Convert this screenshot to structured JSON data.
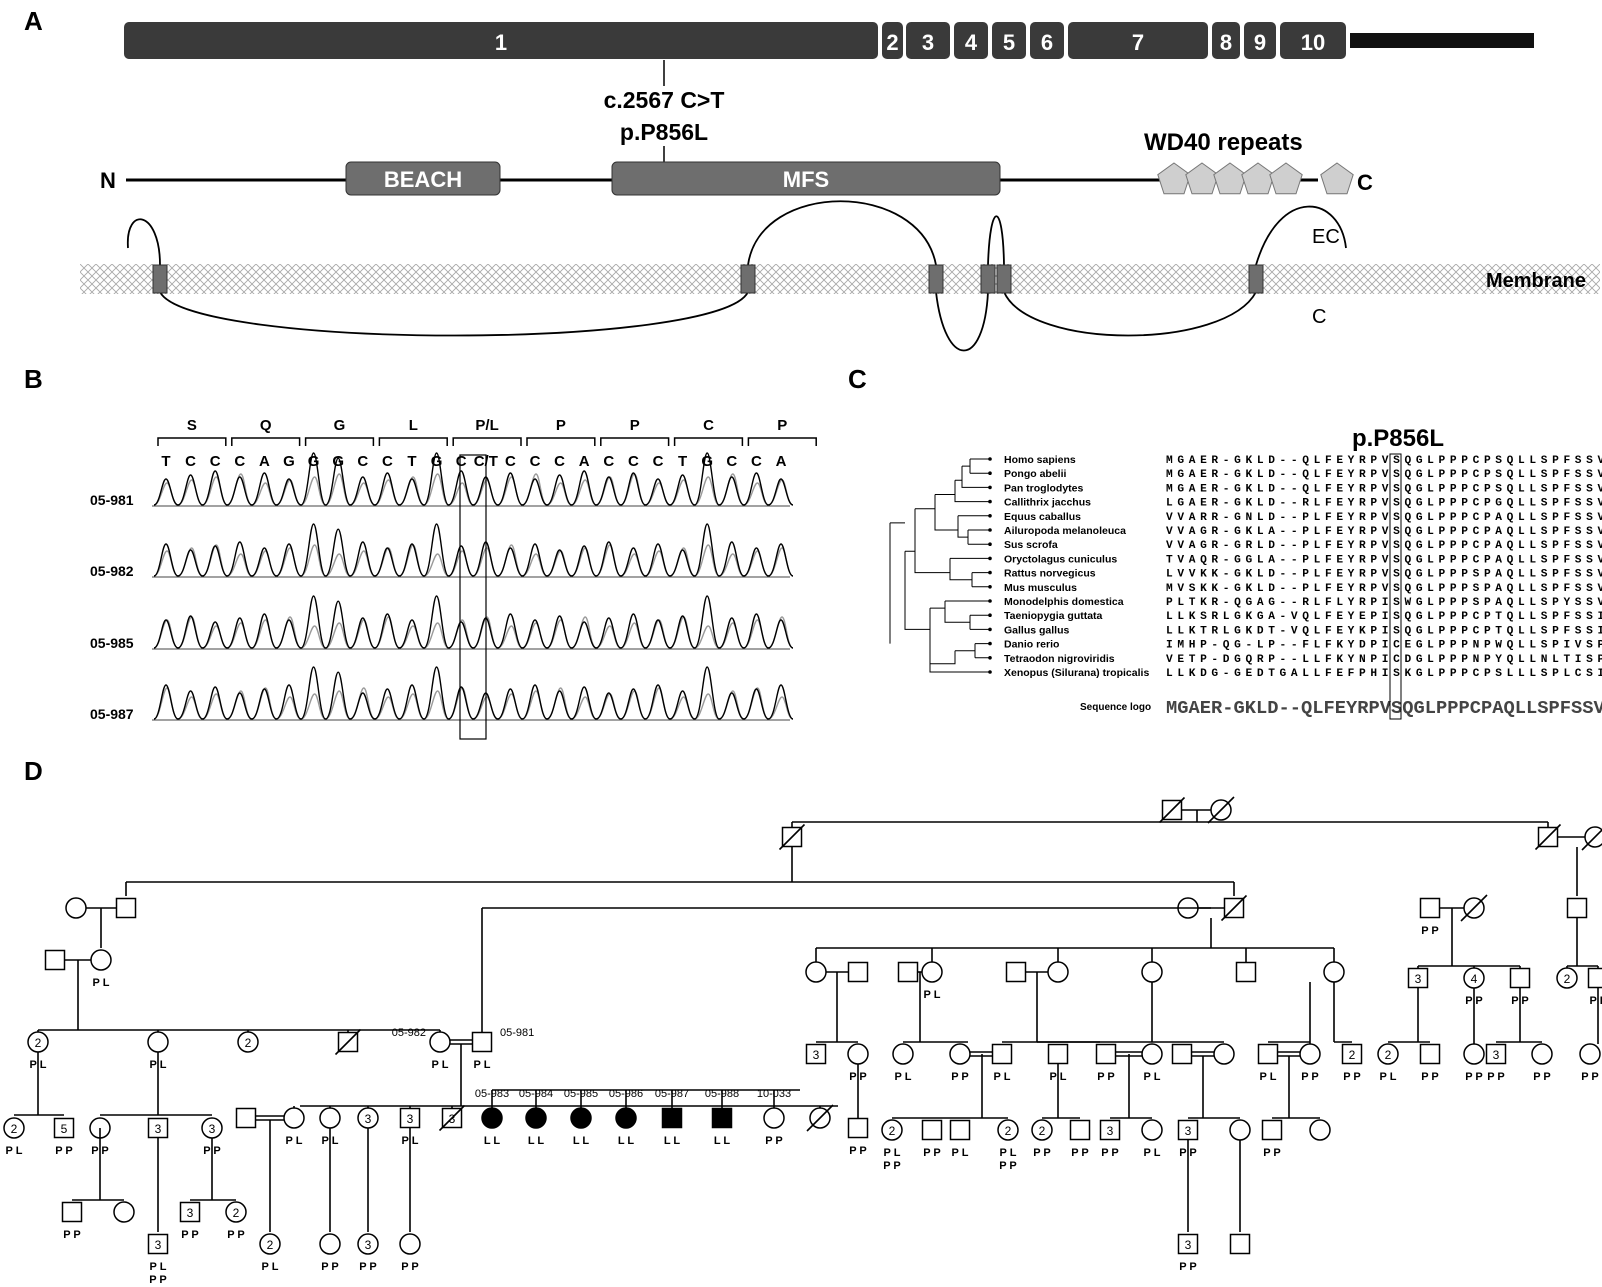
{
  "panels": {
    "a": "A",
    "b": "B",
    "c": "C",
    "d": "D"
  },
  "gene": {
    "exons": [
      "1",
      "2",
      "3",
      "4",
      "5",
      "6",
      "7",
      "8",
      "9",
      "10"
    ],
    "mutation_c": "c.2567 C>T",
    "mutation_p": "p.P856L"
  },
  "protein": {
    "n_term": "N",
    "c_term": "C",
    "domain_beach": "BEACH",
    "domain_mfs": "MFS",
    "wd40_label": "WD40 repeats"
  },
  "membrane": {
    "ec_label": "EC",
    "membrane_label": "Membrane",
    "cyto_label": "C"
  },
  "chromatogram": {
    "codons": [
      "S",
      "Q",
      "G",
      "L",
      "P/L",
      "P",
      "P",
      "C",
      "P"
    ],
    "bases": [
      "T",
      "C",
      "C",
      "C",
      "A",
      "G",
      "G",
      "G",
      "C",
      "C",
      "T",
      "G",
      "C",
      "C/T",
      "C",
      "C",
      "C",
      "A",
      "C",
      "C",
      "C",
      "T",
      "G",
      "C",
      "C",
      "A"
    ],
    "samples": [
      "05-981",
      "05-982",
      "05-985",
      "05-987"
    ]
  },
  "alignment": {
    "title": "p.P856L",
    "species": [
      {
        "name": "Homo sapiens",
        "seq": "MGAER-GKLD--QLFEYRPVSQGLPPPCPSQLLSPFSSVVPFPP"
      },
      {
        "name": "Pongo abelii",
        "seq": "MGAER-GKLD--QLFEYRPVSQGLPPPCPSQLLSPFSSVVPFPP"
      },
      {
        "name": "Pan troglodytes",
        "seq": "MGAER-GKLD--QLFEYRPVSQGLPPPCPSQLLSPFSSVVPFPP"
      },
      {
        "name": "Callithrix jacchus",
        "seq": "LGAER-GKLD--RLFEYRPVSQGLPPPCPGQLLSPFSSVVPFPP"
      },
      {
        "name": "Equus caballus",
        "seq": "VVARR-GNLD--PLFEYRPVSQGLPPPCPAQLLSPFSSVVPFPP"
      },
      {
        "name": "Ailuropoda melanoleuca",
        "seq": "VVAGR-GKLA--PLFEYRPVSQGLPPPCPAQLLSPFSSVVPFPP"
      },
      {
        "name": "Sus scrofa",
        "seq": "VVAGR-GRLD--PLFEYRPVSQGLPPPCPAQLLSPFSSVVPFPP"
      },
      {
        "name": "Oryctolagus cuniculus",
        "seq": "TVAQR-GGLA--PLFEYRPVSQGLPPPCPAQLLSPFSSVVPFPL"
      },
      {
        "name": "Rattus norvegicus",
        "seq": "LVVKK-GKLD--PLFEYRPVSQGLPPPSPAQLLSPFSSVVPFPT"
      },
      {
        "name": "Mus musculus",
        "seq": "MVSKK-GKLD--PLFEYRPVSQGLPPPSPAQLLSPFSSVVPFPP"
      },
      {
        "name": "Monodelphis domestica",
        "seq": "PLTKR-QGAG--RLFLYRPISWGLPPPSPAQLLSPYSSVVTFPS"
      },
      {
        "name": "Taeniopygia guttata",
        "seq": "LLKSRLGKGA-VQLFEYEPISQGLPPPCPTQLLSPFSSIVPFPT"
      },
      {
        "name": "Gallus gallus",
        "seq": "LLKTRLGKDT-VQLFEYKPISQGLPPPCPTQLLSPFSSIIPFPT"
      },
      {
        "name": "Danio rerio",
        "seq": "IMHP-QG-LP--FLFKYDPICEGLPPPNPWQLLSPIVSPLPFPE"
      },
      {
        "name": "Tetraodon nigroviridis",
        "seq": "VETP-DGQRP--LLFKYNPICDGLPPPNPYQLLNLTISPFPFPS"
      },
      {
        "name": "Xenopus (Silurana) tropicalis",
        "seq": "LLKDG-GEDTGALLFEFPHISKGLPPPCPSLLLSPLCSIIPFPA"
      }
    ],
    "logo_label": "Sequence logo",
    "logo_seq": "MGAER-GKLD--QLFEYRPVSQGLPPPCPAQLLSPFSSVVPFPP"
  },
  "pedigree": {
    "ids": {
      "mother": "05-982",
      "father": "05-981",
      "sibs": [
        "05-983",
        "05-984",
        "05-985",
        "05-986",
        "05-987",
        "05-988",
        "10-033"
      ]
    },
    "genotypes": {
      "PL": "P L",
      "PP": "P P",
      "LL": "L L",
      "PLPP": "P L\nP P"
    },
    "counts": {
      "c2": "2",
      "c3": "3",
      "c4": "4",
      "c5": "5"
    }
  },
  "colors": {
    "exon": "#3a3a3a",
    "domain": "#6e6e6e",
    "wd40": "#cfcfcf",
    "affected": "#000000"
  }
}
